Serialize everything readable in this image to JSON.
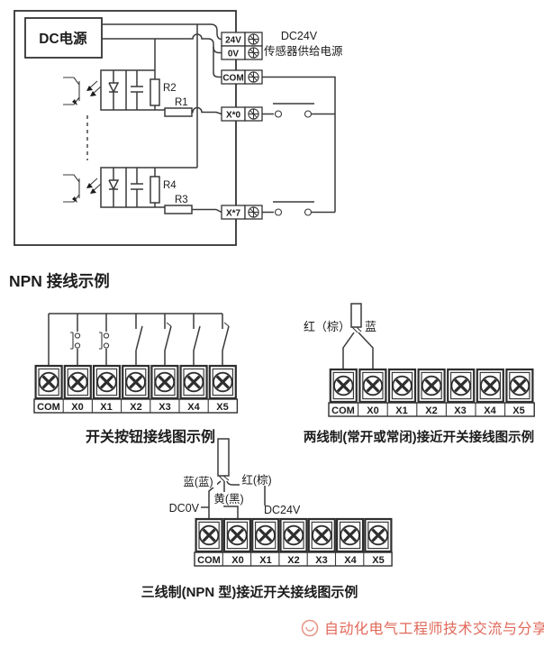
{
  "top_diagram": {
    "dc_power_label": "DC电源",
    "supply_note_line1": "DC24V",
    "supply_note_line2": "传感器供给电源",
    "terminal_24v": "24V",
    "terminal_0v": "0V",
    "terminal_com": "COM",
    "terminal_x0": "X*0",
    "terminal_x7": "X*7",
    "r1": "R1",
    "r2": "R2",
    "r3": "R3",
    "r4": "R4"
  },
  "section_heading": "NPN 接线示例",
  "switch_example": {
    "terminals": [
      "COM",
      "X0",
      "X1",
      "X2",
      "X3",
      "X4",
      "X5"
    ],
    "caption": "开关按钮接线图示例"
  },
  "two_wire_example": {
    "label_red": "红（棕）",
    "label_blue": "蓝",
    "terminals": [
      "COM",
      "X0",
      "X1",
      "X2",
      "X3",
      "X4",
      "X5"
    ],
    "caption": "两线制(常开或常闭)接近开关接线图示例"
  },
  "three_wire_example": {
    "label_blue": "蓝(蓝)",
    "label_red": "红(棕)",
    "label_yellow": "黄(黑)",
    "label_dc0v": "DC0V",
    "label_dc24v": "DC24V",
    "terminals": [
      "COM",
      "X0",
      "X1",
      "X2",
      "X3",
      "X4",
      "X5"
    ],
    "caption": "三线制(NPN 型)接近开关接线图示例"
  },
  "watermark": {
    "text": "自动化电气工程师技术交流与分享",
    "color": "#e1695a"
  }
}
